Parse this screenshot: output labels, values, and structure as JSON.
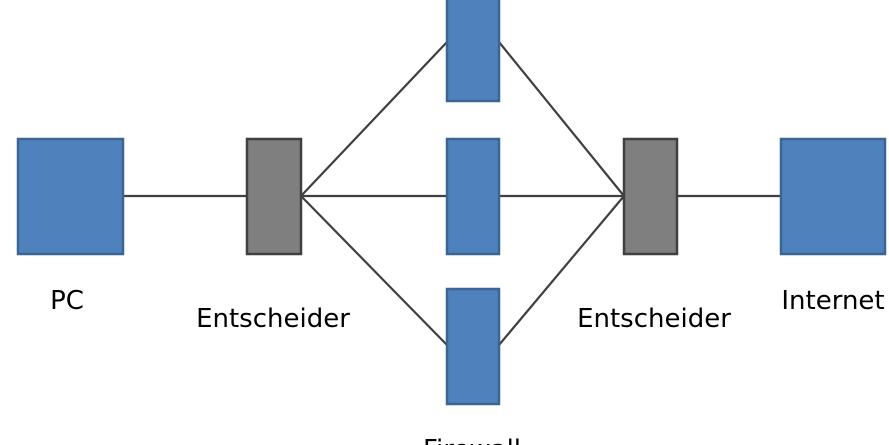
{
  "diagram": {
    "colors": {
      "node_blue": "#4f81bd",
      "node_blue_border": "#3b6593",
      "node_gray": "#7f7f7f",
      "node_gray_border": "#404040",
      "connector": "#3f3f3f",
      "background": "#ffffff"
    },
    "labels": {
      "pc": "PC",
      "decider_left": "Entscheider",
      "decider_right": "Entscheider",
      "internet": "Internet",
      "firewall": "Firewall"
    }
  }
}
